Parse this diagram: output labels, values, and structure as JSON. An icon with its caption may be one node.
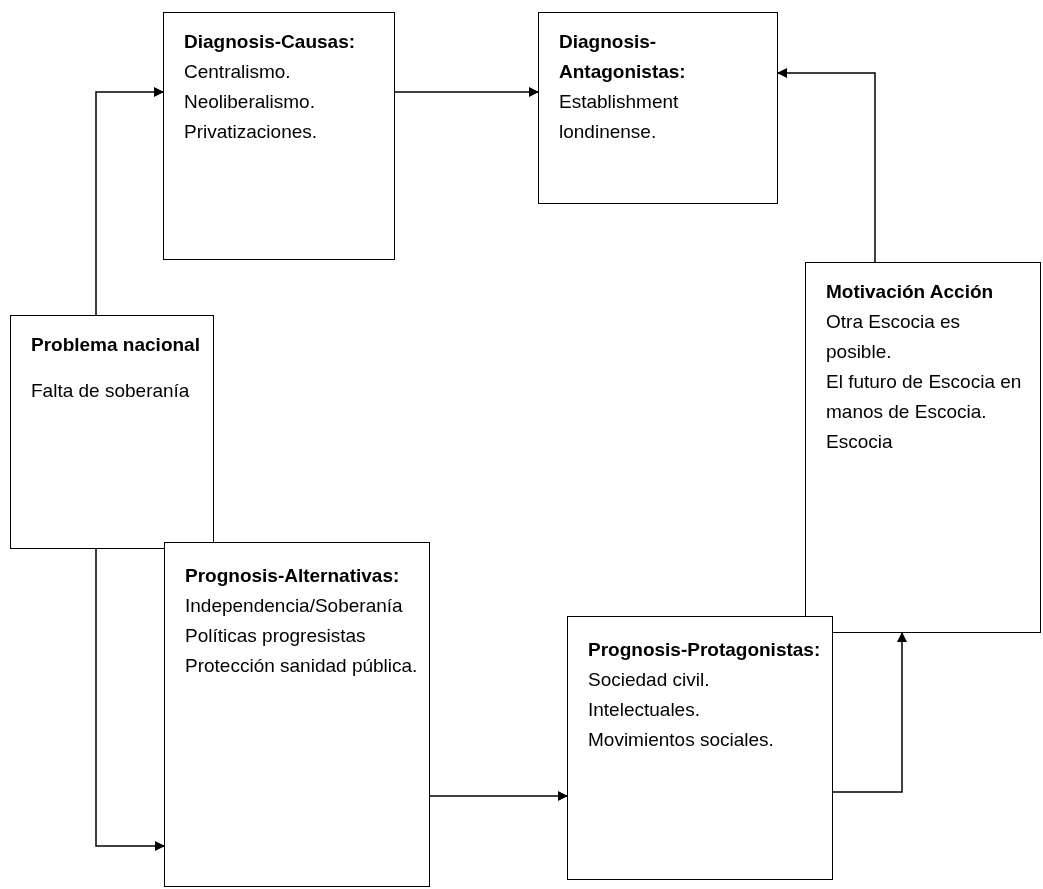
{
  "diagram": {
    "nodes": [
      {
        "text": [
          "Problema nacional",
          "Falta de soberanía"
        ]
      },
      {
        "text": [
          "Diagnosis-Causas:",
          "Centralismo.",
          "Neoliberalismo.",
          "Privatizaciones."
        ]
      },
      {
        "text": [
          "Diagnosis-Antagonistas:",
          "Establishment londinense."
        ]
      },
      {
        "text": [
          "Motivación Acción",
          "Otra Escocia es posible.",
          "El futuro de Escocia en manos de Escocia.",
          "Escocia"
        ]
      },
      {
        "text": [
          "Prognosis-Alternativas:",
          "Independencia/Soberanía",
          "Políticas progresistas",
          "Protección sanidad pública."
        ]
      },
      {
        "text": [
          "Prognosis-Protagonistas:",
          "Sociedad civil.",
          "Intelectuales.",
          "Movimientos sociales."
        ]
      }
    ],
    "edges": [
      {
        "from": 0,
        "to": 1,
        "arrow": "to"
      },
      {
        "from": 1,
        "to": 2,
        "arrow": "to"
      },
      {
        "from": 3,
        "to": 2,
        "arrow": "to"
      },
      {
        "from": 0,
        "to": 4,
        "arrow": "to"
      },
      {
        "from": 4,
        "to": 5,
        "arrow": "to"
      },
      {
        "from": 5,
        "to": 3,
        "arrow": "to"
      }
    ]
  }
}
